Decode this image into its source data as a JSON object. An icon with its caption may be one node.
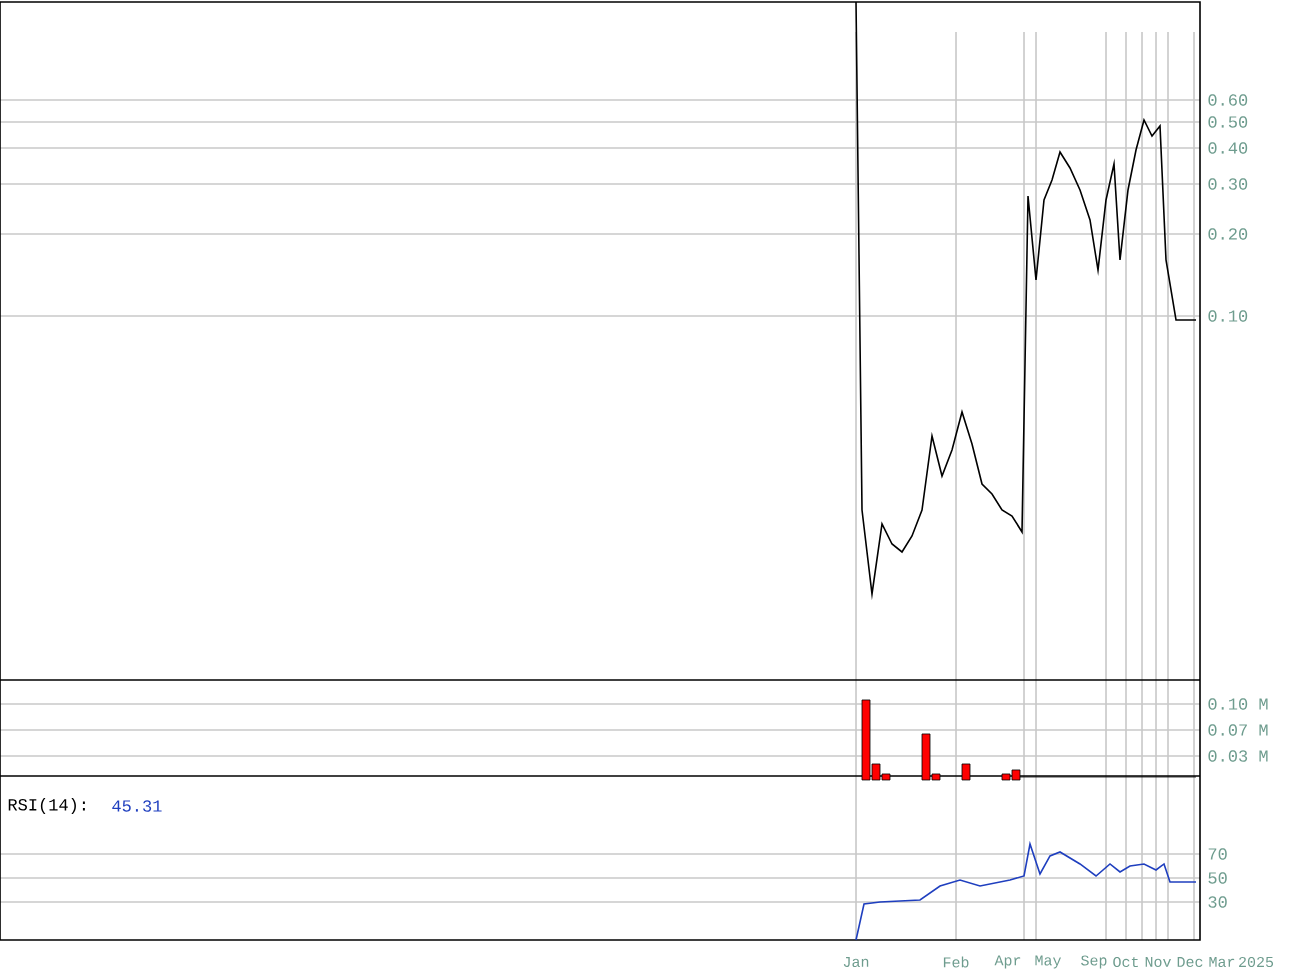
{
  "diagram": {
    "labels": [
      "0.60",
      "0.50",
      "0.40",
      "0.30",
      "0.20",
      "0.10",
      "0.10 M",
      "0.07 M",
      "0.03 M",
      "RSI(14):",
      "45.31",
      "70",
      "50",
      "30",
      "Jan",
      "Feb",
      "Apr",
      "May",
      "Sep",
      "Oct",
      "Nov",
      "Dec",
      "Mar",
      "2025"
    ]
  }
}
